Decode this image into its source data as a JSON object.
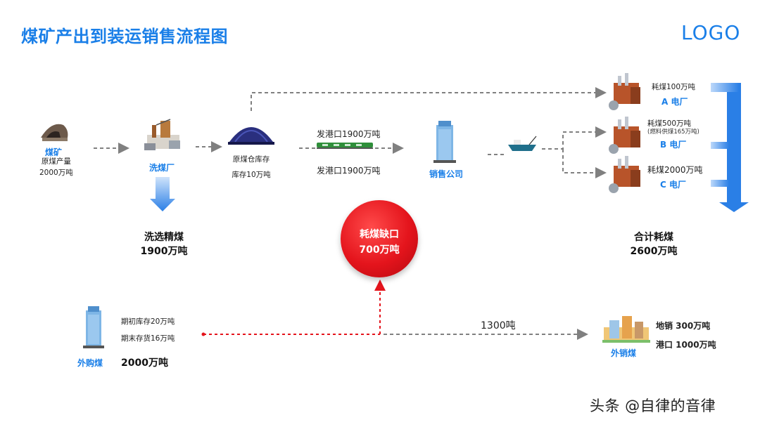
{
  "title": "煤矿产出到装运销售流程图",
  "logo": "LOGO",
  "mine": {
    "label": "煤矿",
    "line1": "原煤产量",
    "line2": "2000万吨"
  },
  "wash": {
    "label": "洗煤厂",
    "result_line1": "洗选精煤",
    "result_line2": "1900万吨"
  },
  "warehouse": {
    "line1": "原煤仓库存",
    "line2": "库存10万吨"
  },
  "port": {
    "top": "发港口1900万吨",
    "bottom": "发港口1900万吨"
  },
  "sales": {
    "label": "销售公司"
  },
  "plants": [
    {
      "consumption": "耗煤100万吨",
      "note": "",
      "name": "A 电厂"
    },
    {
      "consumption": "耗煤500万吨",
      "note": "(燃料供煤165万吨)",
      "name": "B 电厂"
    },
    {
      "consumption": "耗煤2000万吨",
      "note": "",
      "name": "C 电厂"
    }
  ],
  "total": {
    "line1": "合计耗煤",
    "line2": "2600万吨"
  },
  "gap": {
    "line1": "耗煤缺口",
    "line2": "700万吨"
  },
  "purchase": {
    "initial": "期初库存20万吨",
    "ending": "期末存货16万吨",
    "label": "外购煤",
    "amount": "2000万吨"
  },
  "flow": {
    "amount": "1300吨"
  },
  "external_sale": {
    "label": "外销煤",
    "local": "地销 300万吨",
    "port": "港口 1000万吨"
  },
  "watermark": "头条 @自律的音律",
  "colors": {
    "accent": "#1a7fe8",
    "gap_red": "#e4141c",
    "arrow_gray": "#808080"
  }
}
